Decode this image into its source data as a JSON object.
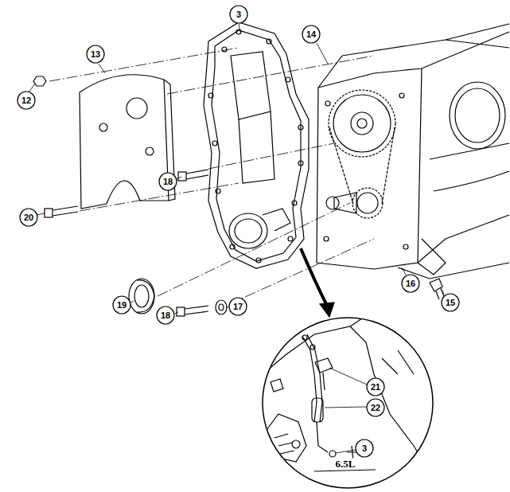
{
  "diagram": {
    "labels": [
      "3",
      "14",
      "13",
      "12",
      "20",
      "18",
      "18",
      "19",
      "17",
      "16",
      "15",
      "21",
      "22",
      "3",
      "6.5L"
    ]
  }
}
